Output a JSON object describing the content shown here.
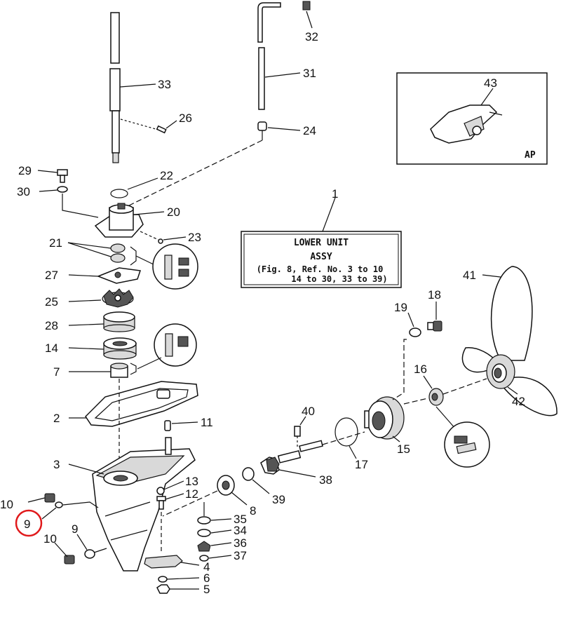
{
  "title_box": {
    "ref": "1",
    "line1": "LOWER UNIT",
    "line2": "ASSY",
    "line3": "(Fig. 8, Ref. No. 3 to 10",
    "line4": "14 to 30, 33 to 39)"
  },
  "ap_box": {
    "ref": "43",
    "label": "AP"
  },
  "callouts": {
    "c32": "32",
    "c31": "31",
    "c24": "24",
    "c33": "33",
    "c26": "26",
    "c29": "29",
    "c30": "30",
    "c22": "22",
    "c20": "20",
    "c23": "23",
    "c21": "21",
    "c27": "27",
    "c25": "25",
    "c28": "28",
    "c14": "14",
    "c7": "7",
    "c2": "2",
    "c11": "11",
    "c3": "3",
    "c13": "13",
    "c12": "12",
    "c10a": "10",
    "c9a": "9",
    "c9b": "9",
    "c10b": "10",
    "c8": "8",
    "c35": "35",
    "c34": "34",
    "c36": "36",
    "c37": "37",
    "c4": "4",
    "c6": "6",
    "c5": "5",
    "c39": "39",
    "c38": "38",
    "c40": "40",
    "c17": "17",
    "c15": "15",
    "c19": "19",
    "c18": "18",
    "c16": "16",
    "c41": "41",
    "c42": "42"
  },
  "highlight": {
    "label": "9",
    "color": "#e0191b"
  }
}
